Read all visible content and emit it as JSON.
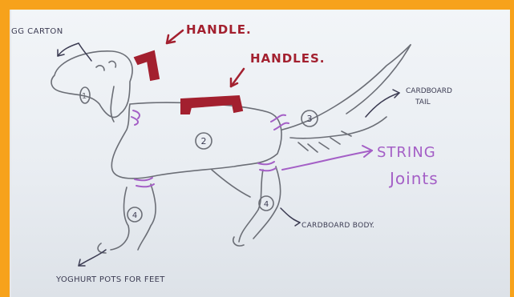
{
  "colors": {
    "border": "#f7a21b",
    "paper": "#eef1f5",
    "pencil": "#6b6e76",
    "marker_red": "#a3202f",
    "marker_purple": "#a45fc6",
    "ink_dark": "#3b3b52"
  },
  "labels": {
    "egg_carton": "GG CARTON",
    "handle": "HANDLE.",
    "handles": "HANDLES.",
    "cardboard_tail_1": "CARDBOARD",
    "cardboard_tail_2": "TAIL",
    "string_joints_1": "STRING",
    "string_joints_2": "Joints",
    "cardboard_body": "CARDBOARD BODY.",
    "yoghurt_pots": "YOGHURT POTS FOR FEET"
  },
  "part_numbers": {
    "head": "1",
    "body": "2",
    "tail": "3",
    "front_leg": "4",
    "back_leg": "4"
  }
}
